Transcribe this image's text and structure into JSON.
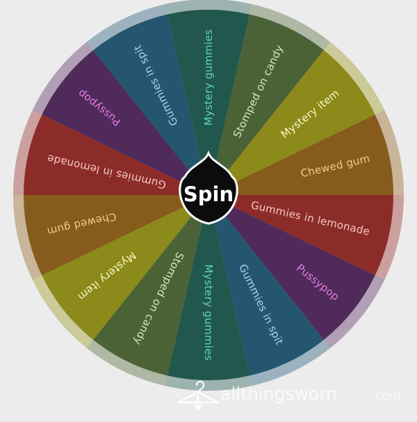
{
  "wheel": {
    "segments": [
      {
        "label": "Mystery gummies",
        "color": "#22574e",
        "text_color": "#5fd3c4"
      },
      {
        "label": "Stomped on candy",
        "color": "#4b6236",
        "text_color": "#d6e6c2"
      },
      {
        "label": "Mystery item",
        "color": "#8b8a1a",
        "text_color": "#fbf7c6"
      },
      {
        "label": "Chewed gum",
        "color": "#865b1c",
        "text_color": "#f7c78e"
      },
      {
        "label": "Gummies in lemonade",
        "color": "#8c2c28",
        "text_color": "#f3c9c3"
      },
      {
        "label": "Pussypop",
        "color": "#4f2a5b",
        "text_color": "#e87de4"
      },
      {
        "label": "Gummies in spit",
        "color": "#245670",
        "text_color": "#a9d3f0"
      },
      {
        "label": "Mystery gummies",
        "color": "#22574e",
        "text_color": "#5fd3c4"
      },
      {
        "label": "Stomped on candy",
        "color": "#4b6236",
        "text_color": "#d6e6c2"
      },
      {
        "label": "Mystery item",
        "color": "#8b8a1a",
        "text_color": "#fbf7c6"
      },
      {
        "label": "Chewed gum",
        "color": "#865b1c",
        "text_color": "#f7c78e"
      },
      {
        "label": "Gummies in lemonade",
        "color": "#8c2c28",
        "text_color": "#f3c9c3"
      },
      {
        "label": "Pussypop",
        "color": "#4f2a5b",
        "text_color": "#e87de4"
      },
      {
        "label": "Gummies in spit",
        "color": "#245670",
        "text_color": "#a9d3f0"
      }
    ],
    "spin_label": "Spin"
  },
  "watermark": {
    "brand": "allthingsworn",
    "domain": ".com"
  }
}
